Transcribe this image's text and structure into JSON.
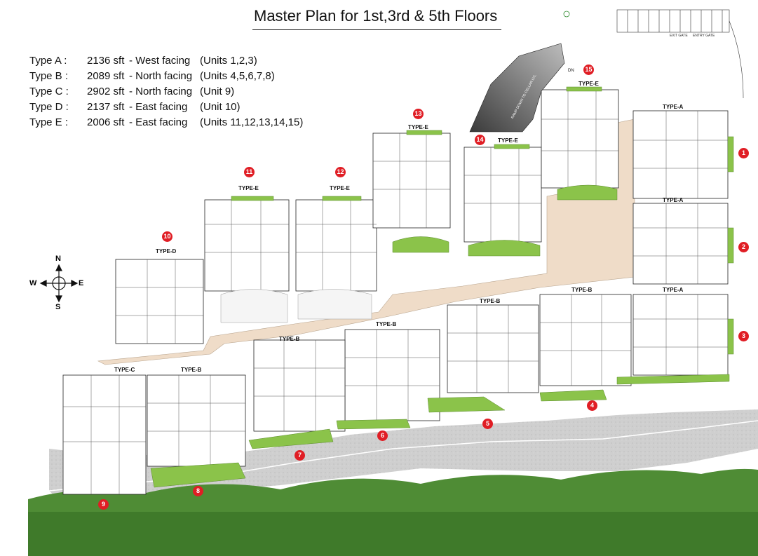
{
  "title": "Master Plan for 1st,3rd & 5th Floors",
  "unit_types": [
    {
      "type": "Type A :",
      "area": "2136 sft",
      "facing": "-  West facing",
      "units": "(Units 1,2,3)"
    },
    {
      "type": "Type B :",
      "area": "2089 sft",
      "facing": "-  North facing",
      "units": "(Units 4,5,6,7,8)"
    },
    {
      "type": "Type C :",
      "area": "2902 sft",
      "facing": "-  North facing",
      "units": "(Unit 9)"
    },
    {
      "type": "Type D :",
      "area": "2137 sft",
      "facing": "-  East facing",
      "units": "(Unit 10)"
    },
    {
      "type": "Type E :",
      "area": "2006 sft",
      "facing": "-  East facing",
      "units": "(Units 11,12,13,14,15)"
    }
  ],
  "compass": {
    "n": "N",
    "s": "S",
    "e": "E",
    "w": "W"
  },
  "type_labels": [
    "TYPE-A",
    "TYPE-A",
    "TYPE-A",
    "TYPE-B",
    "TYPE-B",
    "TYPE-B",
    "TYPE-B",
    "TYPE-B",
    "TYPE-C",
    "TYPE-D",
    "TYPE-E",
    "TYPE-E",
    "TYPE-E",
    "TYPE-E",
    "TYPE-E"
  ],
  "unit_markers": [
    "1",
    "2",
    "3",
    "4",
    "5",
    "6",
    "7",
    "8",
    "9",
    "10",
    "11",
    "12",
    "13",
    "14",
    "15"
  ],
  "gates": {
    "exit": "EXIT GATE",
    "entry": "ENTRY GATE"
  },
  "ramp_label": "RAMP DOWN TO CELLAR LVL",
  "dn_label": "DN",
  "colors": {
    "marker": "#e01e25",
    "corridor": "#efdcc8",
    "lawn": "#8bc34a",
    "road": "#c9c9c9",
    "trees": "#3f7a2a"
  }
}
